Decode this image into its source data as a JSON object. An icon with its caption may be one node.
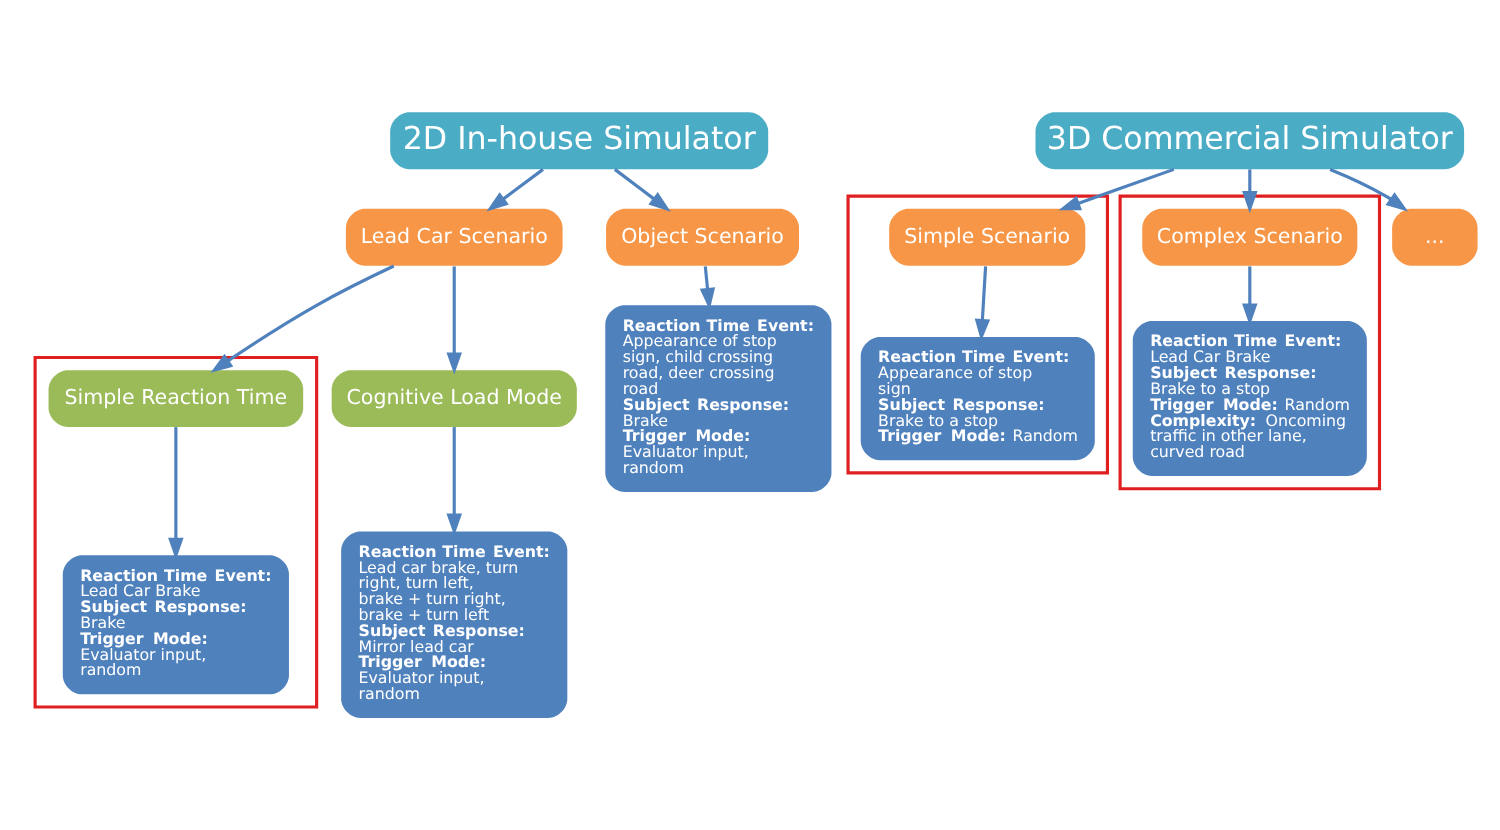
{
  "diagram": {
    "nodes": [
      {
        "text": [
          "2D In-house Simulator"
        ]
      },
      {
        "text": [
          "3D Commercial Simulator"
        ]
      },
      {
        "text": [
          "Lead Car Scenario"
        ]
      },
      {
        "text": [
          "Object Scenario"
        ]
      },
      {
        "text": [],
        "shape": "box"
      },
      {
        "text": [
          "Simple Scenario"
        ],
        "in": 4
      },
      {
        "text": [],
        "shape": "box"
      },
      {
        "text": [
          "Complex Scenario"
        ],
        "in": 6
      },
      {
        "text": [
          "..."
        ]
      },
      {
        "text": [],
        "shape": "box"
      },
      {
        "text": [
          "Simple Reaction Time"
        ],
        "in": 9
      },
      {
        "text": [
          "Cognitive Load Mode"
        ]
      },
      {
        "text": [
          "**Reaction Time Event:** Lead Car Brake **Subject Response:** Brake **Trigger Mode:** Evaluator input, random"
        ],
        "in": 9
      },
      {
        "text": [
          "**Reaction Time Event:** Lead car brake, turn right, turn left, brake + turn right, brake + turn left **Subject Response:** Mirror lead car **Trigger Mode:** Evaluator input, random"
        ]
      },
      {
        "text": [
          "**Reaction Time Event:** Appearance of stop sign, child crossing road, deer crossing road **Subject Response:** Brake **Trigger Mode:** Evaluator input, random"
        ]
      },
      {
        "text": [
          "**Reaction Time Event:** Appearance of stop sign **Subject Response:** Brake to a stop **Trigger Mode:** Random"
        ],
        "in": 4
      },
      {
        "text": [
          "**Reaction Time Event:** Lead Car Brake **Subject Response:** Brake to a stop **Trigger Mode:** Random **Complexity:** Oncoming traffic in other lane, curved road"
        ],
        "in": 6
      }
    ],
    "edges": [
      {
        "from": 0,
        "to": 2,
        "arrow": "to"
      },
      {
        "from": 0,
        "to": 3,
        "arrow": "to"
      },
      {
        "from": 1,
        "to": 5,
        "arrow": "to"
      },
      {
        "from": 1,
        "to": 7,
        "arrow": "to"
      },
      {
        "from": 1,
        "to": 8,
        "arrow": "to"
      },
      {
        "from": 2,
        "to": 10,
        "arrow": "to"
      },
      {
        "from": 2,
        "to": 11,
        "arrow": "to"
      },
      {
        "from": 10,
        "to": 12,
        "arrow": "to"
      },
      {
        "from": 11,
        "to": 13,
        "arrow": "to"
      },
      {
        "from": 3,
        "to": 14,
        "arrow": "to"
      },
      {
        "from": 5,
        "to": 15,
        "arrow": "to"
      },
      {
        "from": 7,
        "to": 16,
        "arrow": "to"
      }
    ]
  }
}
